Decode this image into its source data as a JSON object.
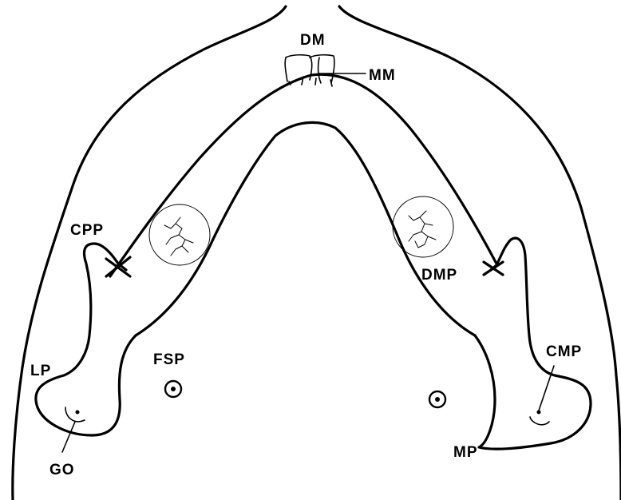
{
  "labels": {
    "dm": "DM",
    "mm": "MM",
    "cpp": "CPP",
    "dmp": "DMP",
    "fsp": "FSP",
    "cmp": "CMP",
    "lp": "LP",
    "mp": "MP",
    "go": "GO"
  }
}
